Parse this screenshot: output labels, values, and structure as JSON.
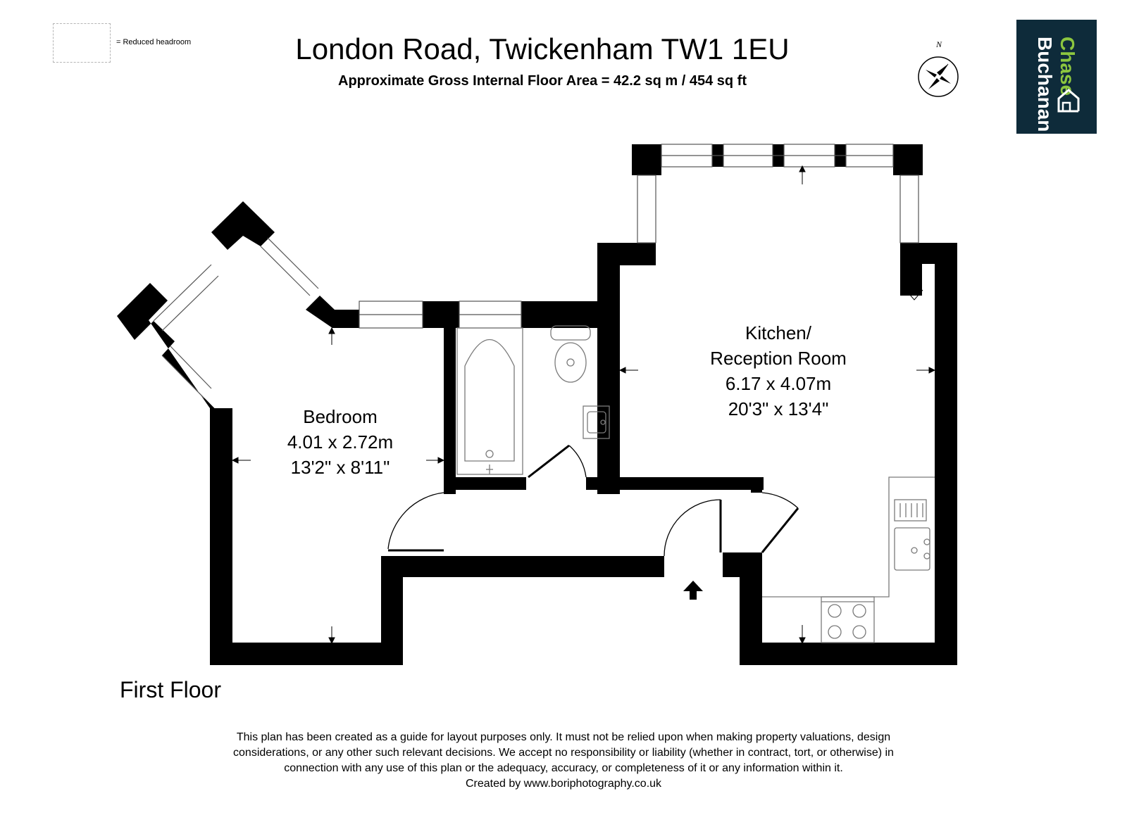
{
  "legend": {
    "label": "= Reduced headroom"
  },
  "header": {
    "title": "London Road, Twickenham TW1 1EU",
    "subtitle": "Approximate Gross Internal Floor Area = 42.2 sq m / 454 sq ft"
  },
  "compass": {
    "north_label": "N"
  },
  "logo": {
    "line1": "Chase",
    "line2": "Buchanan",
    "background": "#0e2b3a",
    "accent": "#8cc63f",
    "icon": "house-icon"
  },
  "rooms": {
    "bedroom": {
      "name": "Bedroom",
      "metric": "4.01 x 2.72m",
      "imperial": "13'2\" x 8'11\""
    },
    "kitchen": {
      "name_line1": "Kitchen/",
      "name_line2": "Reception Room",
      "metric": "6.17 x 4.07m",
      "imperial": "20'3\" x 13'4\""
    }
  },
  "floor_label": "First Floor",
  "disclaimer": [
    "This plan has been created as a guide for layout purposes only. It must not be relied upon when making property valuations, design",
    "considerations, or any other such relevant decisions. We accept no responsibility or liability (whether in contract, tort, or otherwise)  in",
    "connection with any use of this plan or the adequacy, accuracy, or completeness of it or any information within it.",
    "Created by www.boriphotography.co.uk"
  ],
  "colors": {
    "wall": "#000000",
    "fixture_line": "#7a7a7a",
    "background": "#ffffff"
  }
}
